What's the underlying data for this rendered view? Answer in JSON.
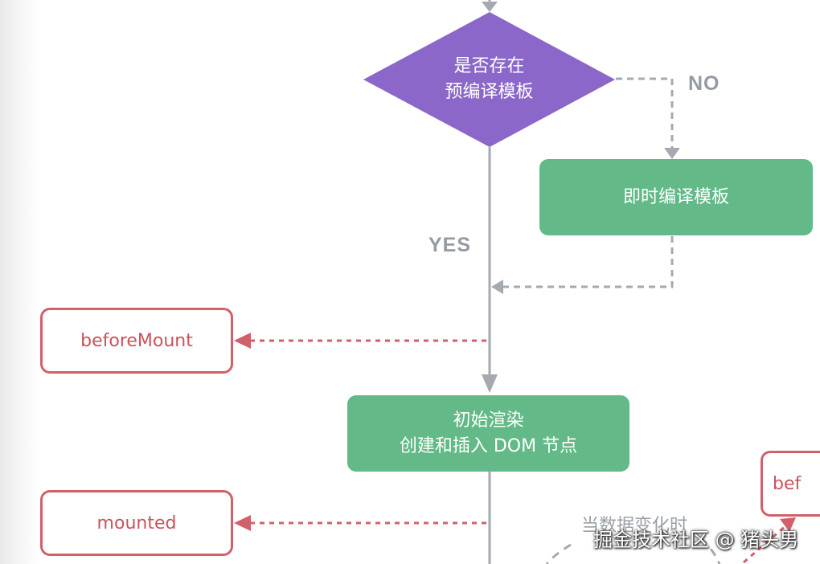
{
  "nodes": {
    "decision": {
      "line1": "是否存在",
      "line2": "预编译模板"
    },
    "compile": {
      "label": "即时编译模板"
    },
    "render": {
      "line1": "初始渲染",
      "line2": "创建和插入 DOM 节点"
    }
  },
  "edge_labels": {
    "no": "NO",
    "yes": "YES"
  },
  "hooks": {
    "before_mount": "beforeMount",
    "mounted": "mounted",
    "before_update_partial": "bef"
  },
  "notes": {
    "data_change": "当数据变化时"
  },
  "watermark": "掘金技术社区 @ 猪头男",
  "colors": {
    "decision_fill": "#8a67c8",
    "process_fill": "#63b987",
    "hook_border": "#d0616a",
    "arrow_gray": "#a4aab0"
  }
}
